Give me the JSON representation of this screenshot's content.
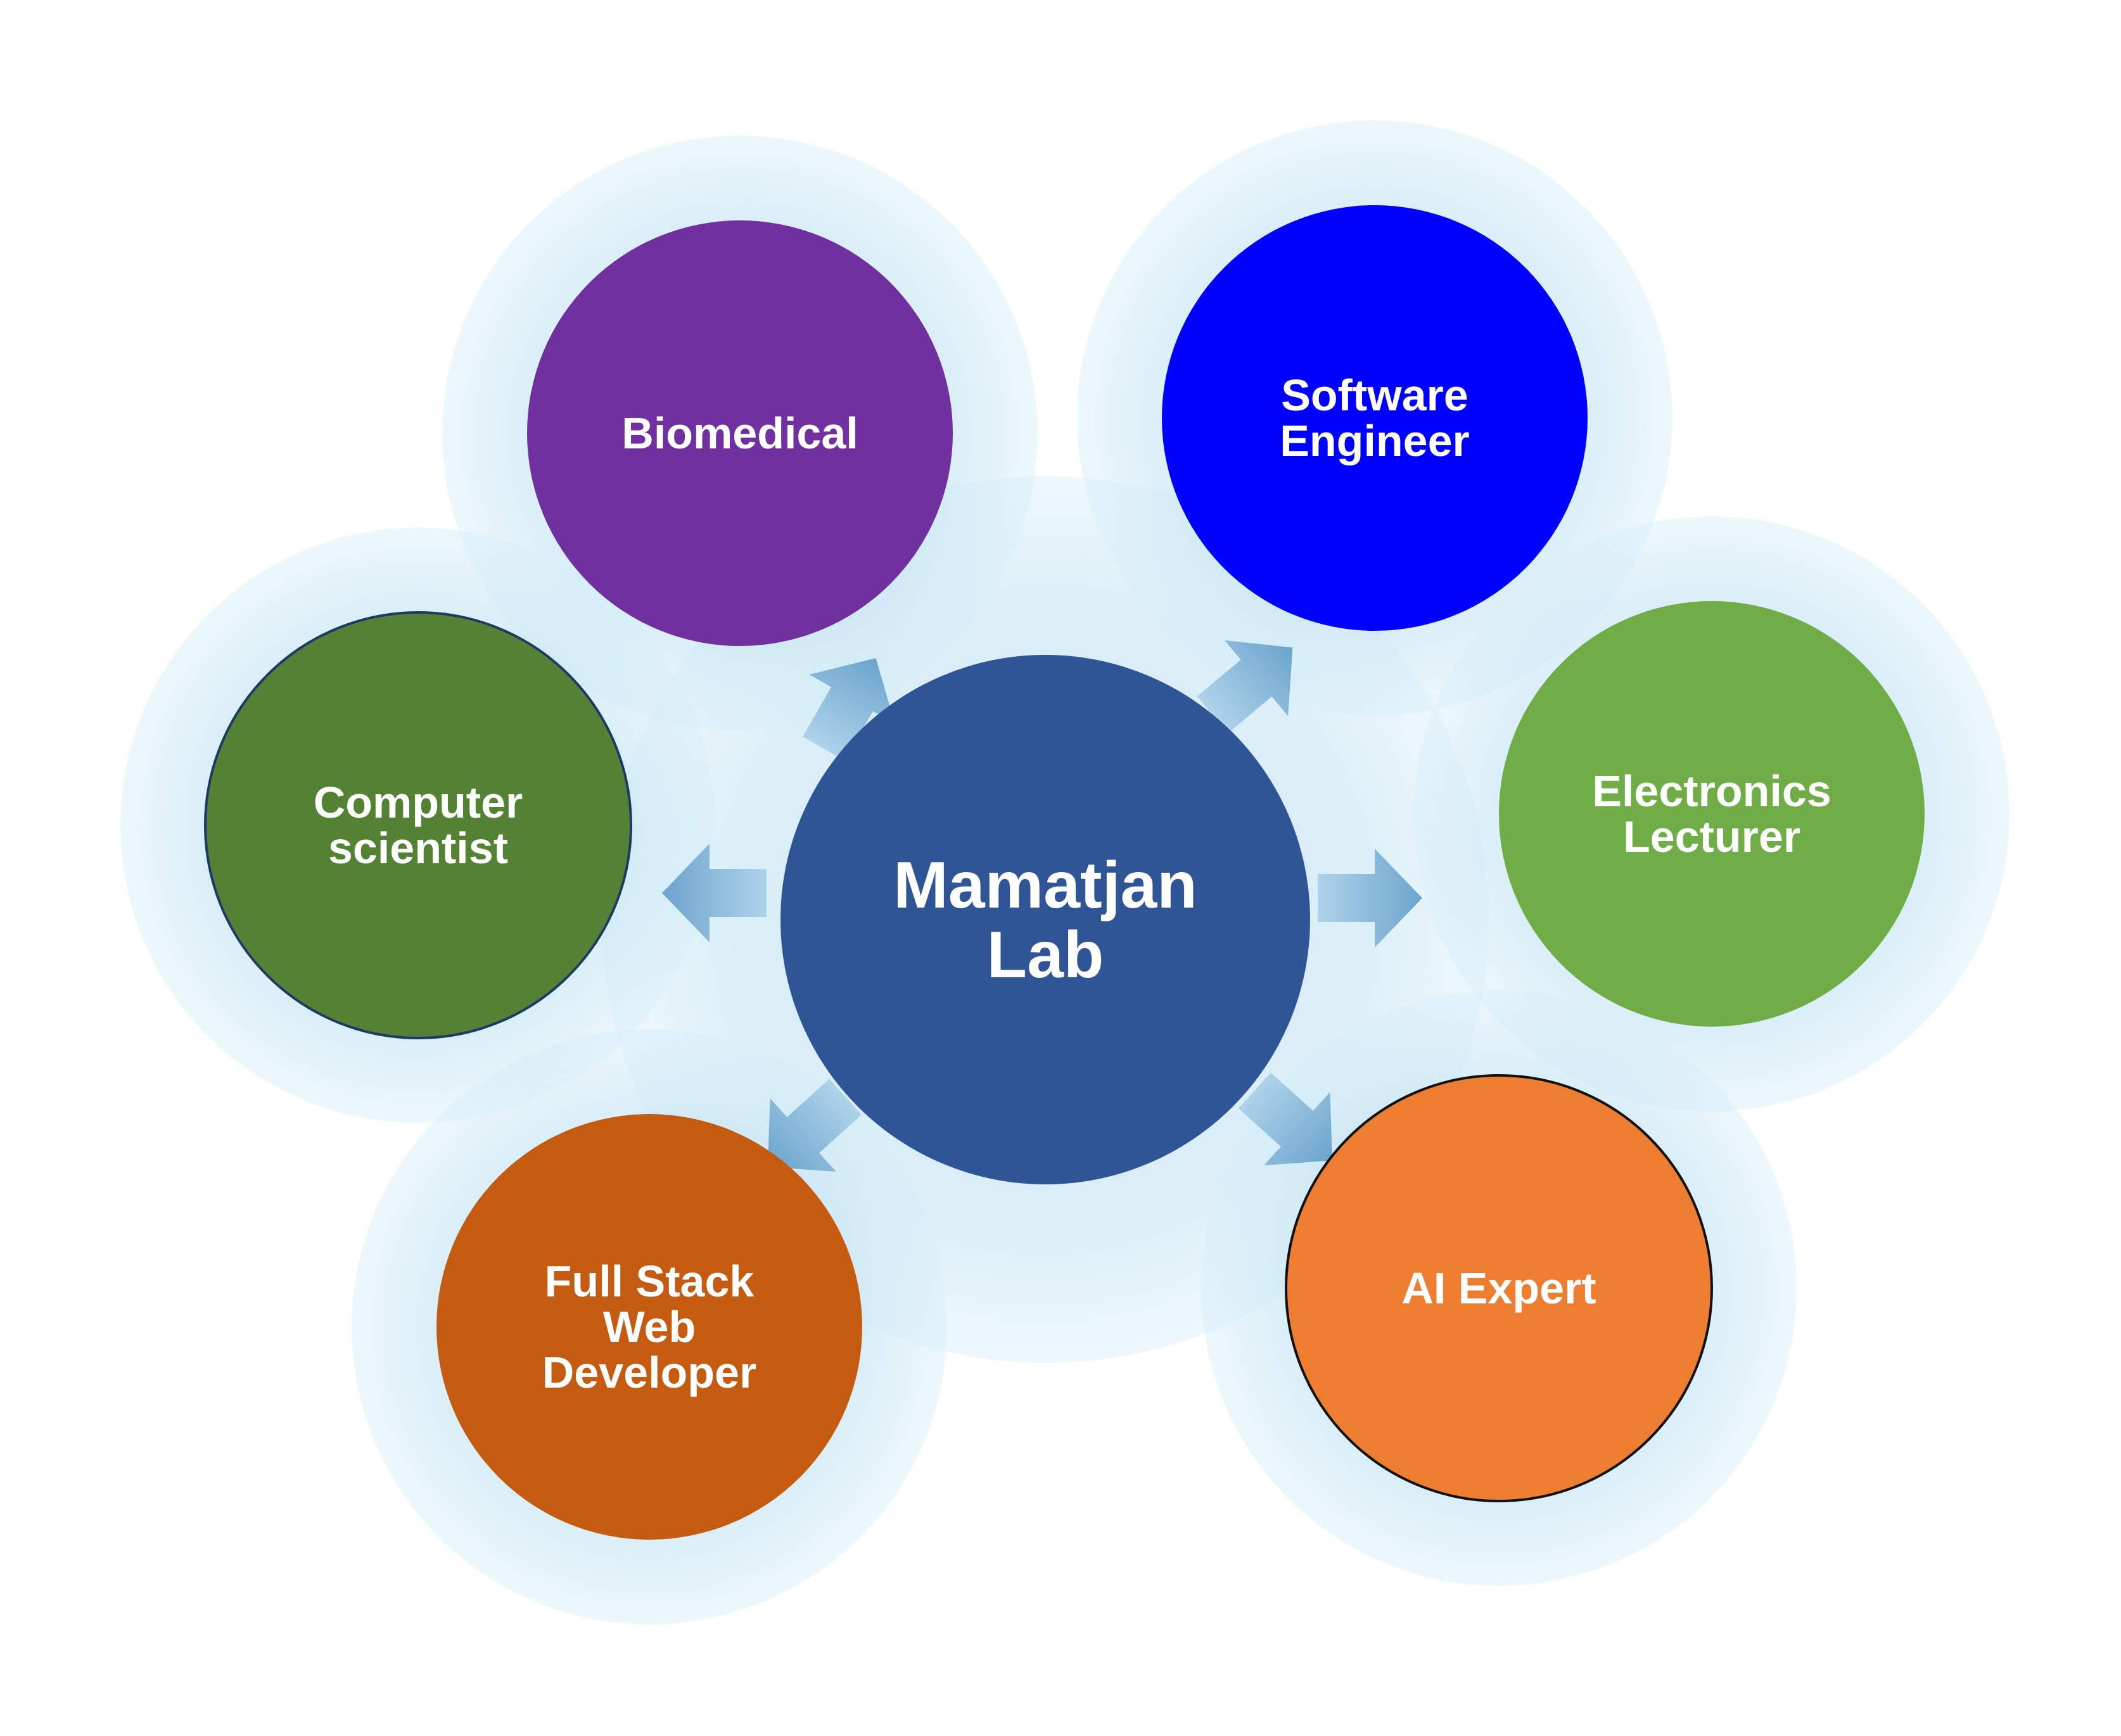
{
  "diagram": {
    "hub": {
      "label_lines": [
        "Mamatjan",
        "Lab"
      ],
      "color": "#2f5597"
    },
    "nodes": [
      {
        "id": "biomedical",
        "label_lines": [
          "Biomedical"
        ],
        "color": "#7030a0"
      },
      {
        "id": "software-engineer",
        "label_lines": [
          "Software",
          "Engineer"
        ],
        "color": "#0000ff"
      },
      {
        "id": "electronics-lecturer",
        "label_lines": [
          "Electronics",
          "Lecturer"
        ],
        "color": "#70ad47"
      },
      {
        "id": "ai-expert",
        "label_lines": [
          "AI Expert"
        ],
        "color": "#ed7d31"
      },
      {
        "id": "full-stack-web-developer",
        "label_lines": [
          "Full Stack",
          "Web",
          "Developer"
        ],
        "color": "#c55a11"
      },
      {
        "id": "computer-scientist",
        "label_lines": [
          "Computer",
          "scientist"
        ],
        "color": "#548235"
      }
    ],
    "halo_color": "#bfe3f1",
    "arrow_color": "#7fb4d6"
  }
}
